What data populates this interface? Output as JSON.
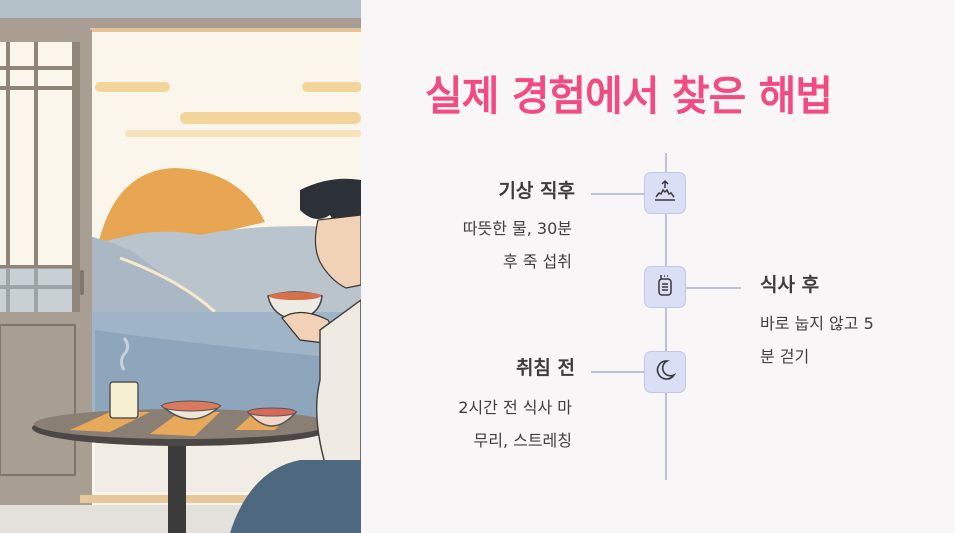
{
  "title": "실제 경험에서 찾은 해법",
  "colors": {
    "accent": "#f24b7f",
    "timeline": "#bcc2da",
    "node_bg": "#dadff6",
    "background": "#f8f6f7"
  },
  "illustration": {
    "description": "person drinking tea at table by window at sunrise"
  },
  "steps": [
    {
      "title": "기상 직후",
      "desc_line1": "따뜻한 물, 30분",
      "desc_line2": "후 죽 섭취",
      "icon": "sunrise-icon"
    },
    {
      "title": "식사 후",
      "desc_line1": "바로 눕지 않고 5",
      "desc_line2": "분 걷기",
      "icon": "walkie-talkie-icon"
    },
    {
      "title": "취침 전",
      "desc_line1": "2시간 전 식사 마",
      "desc_line2": "무리, 스트레칭",
      "icon": "moon-icon"
    }
  ]
}
